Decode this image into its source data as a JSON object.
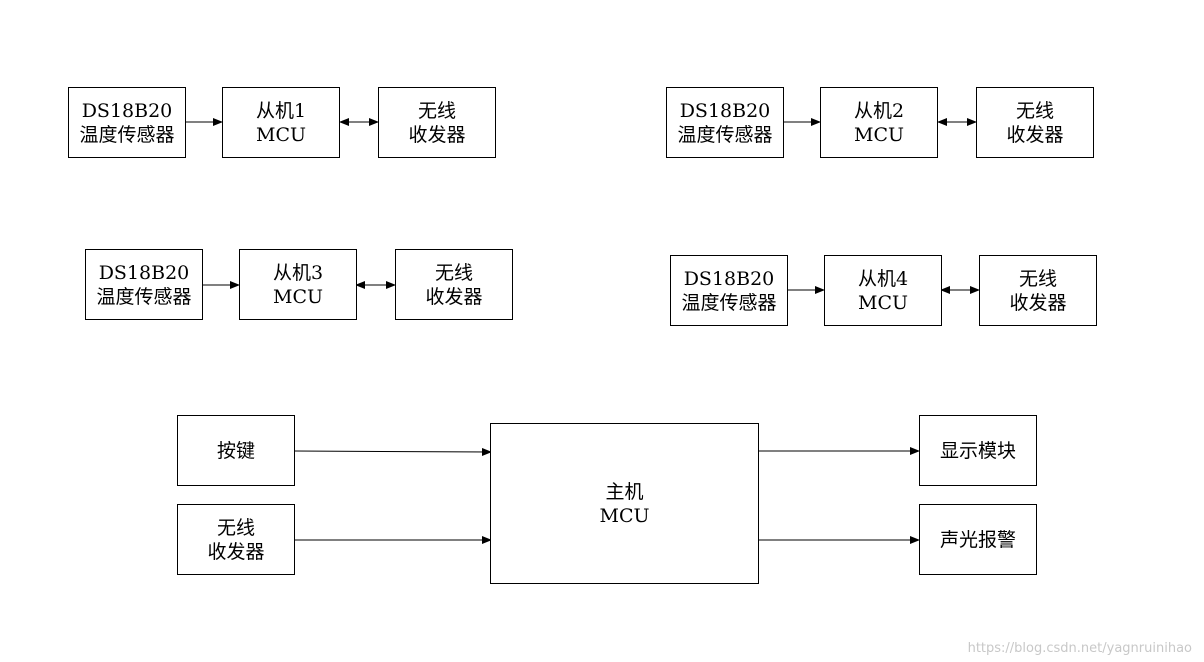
{
  "sensor": {
    "line1": "DS18B20",
    "line2": "温度传感器"
  },
  "slaves": [
    {
      "line1": "从机1",
      "line2": "MCU"
    },
    {
      "line1": "从机2",
      "line2": "MCU"
    },
    {
      "line1": "从机3",
      "line2": "MCU"
    },
    {
      "line1": "从机4",
      "line2": "MCU"
    }
  ],
  "transceiver": {
    "line1": "无线",
    "line2": "收发器"
  },
  "master": {
    "mcu": {
      "line1": "主机",
      "line2": "MCU"
    },
    "keys": "按键",
    "transceiver": {
      "line1": "无线",
      "line2": "收发器"
    },
    "display": "显示模块",
    "alarm": "声光报警"
  },
  "watermark": "https://blog.csdn.net/yagnruinihao"
}
